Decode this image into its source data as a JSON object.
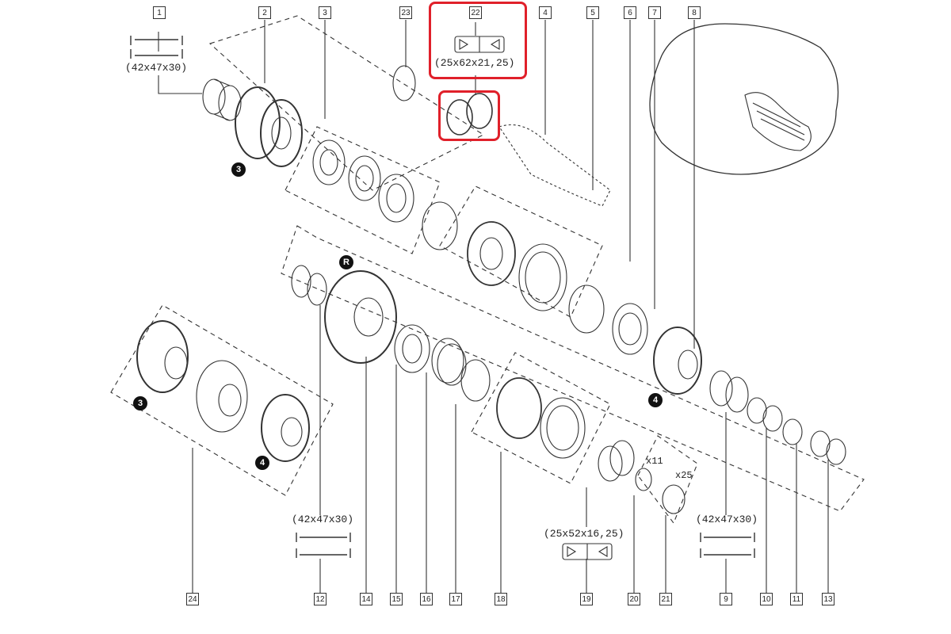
{
  "callouts": [
    "1",
    "2",
    "3",
    "23",
    "22",
    "4",
    "5",
    "6",
    "7",
    "8",
    "24",
    "12",
    "14",
    "15",
    "16",
    "17",
    "18",
    "19",
    "20",
    "21",
    "9",
    "10",
    "11",
    "13"
  ],
  "dimensions": {
    "bearing_1": "(42x47x30)",
    "bearing_22": "(25x62x21,25)",
    "bearing_12": "(42x47x30)",
    "bearing_19": "(25x52x16,25)",
    "bearing_9": "(42x47x30)"
  },
  "quantities": {
    "q20": "x11",
    "q21": "x25"
  },
  "gear_badges": {
    "b3_top": "3",
    "bR": "R",
    "b4_right": "4",
    "b3_left": "3",
    "b4_left": "4"
  },
  "colors": {
    "highlight": "#e0202a",
    "line": "#333333"
  }
}
